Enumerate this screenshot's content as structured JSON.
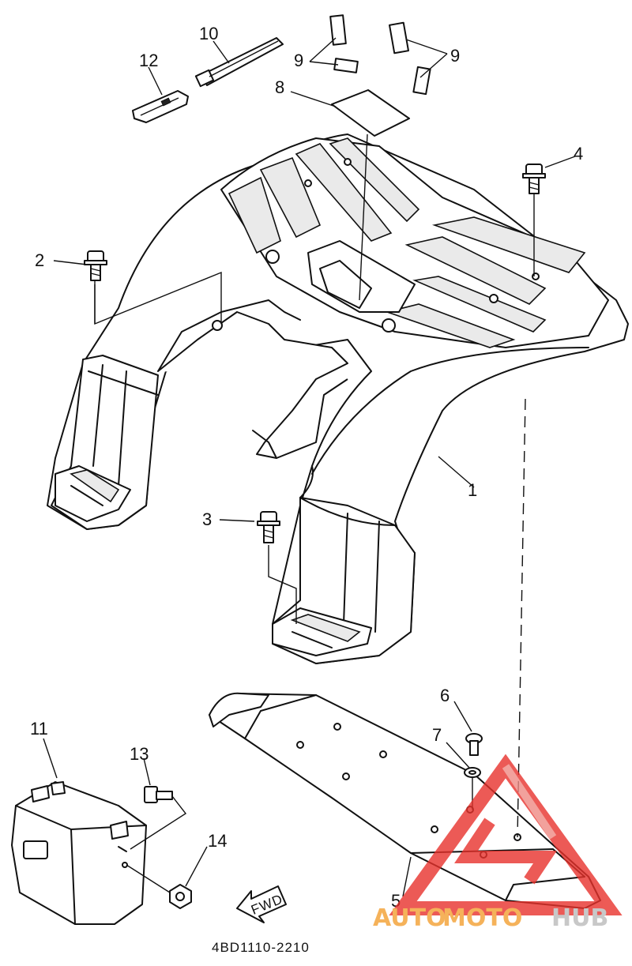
{
  "callouts": {
    "c1": "1",
    "c2": "2",
    "c3": "3",
    "c4": "4",
    "c5": "5",
    "c6": "6",
    "c7": "7",
    "c8": "8",
    "c9a": "9",
    "c9b": "9",
    "c10": "10",
    "c11": "11",
    "c12": "12",
    "c13": "13",
    "c14": "14"
  },
  "fwd_label": "FWD",
  "diagram_code": "4BD1110-2210",
  "watermark": {
    "word_part1": "AUTO",
    "word_part2": "MOTO",
    "word_part3": "HUB",
    "logo_color": "#e8322c",
    "accent_color": "#f5b25a",
    "grey_color": "#c8c8c8"
  }
}
